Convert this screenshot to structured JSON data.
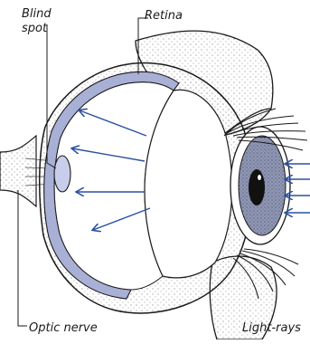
{
  "labels": {
    "blind_spot": "Blind spot",
    "retina": "Retina",
    "optic_nerve": "Optic nerve",
    "light_rays": "Light-rays"
  },
  "colors": {
    "retina_band": "#a9b0d6",
    "lens_fill": "#c7cdea",
    "ray_arrows": "#2a50a0",
    "iris": "#8f97b8",
    "outline": "#1a1a1a"
  }
}
